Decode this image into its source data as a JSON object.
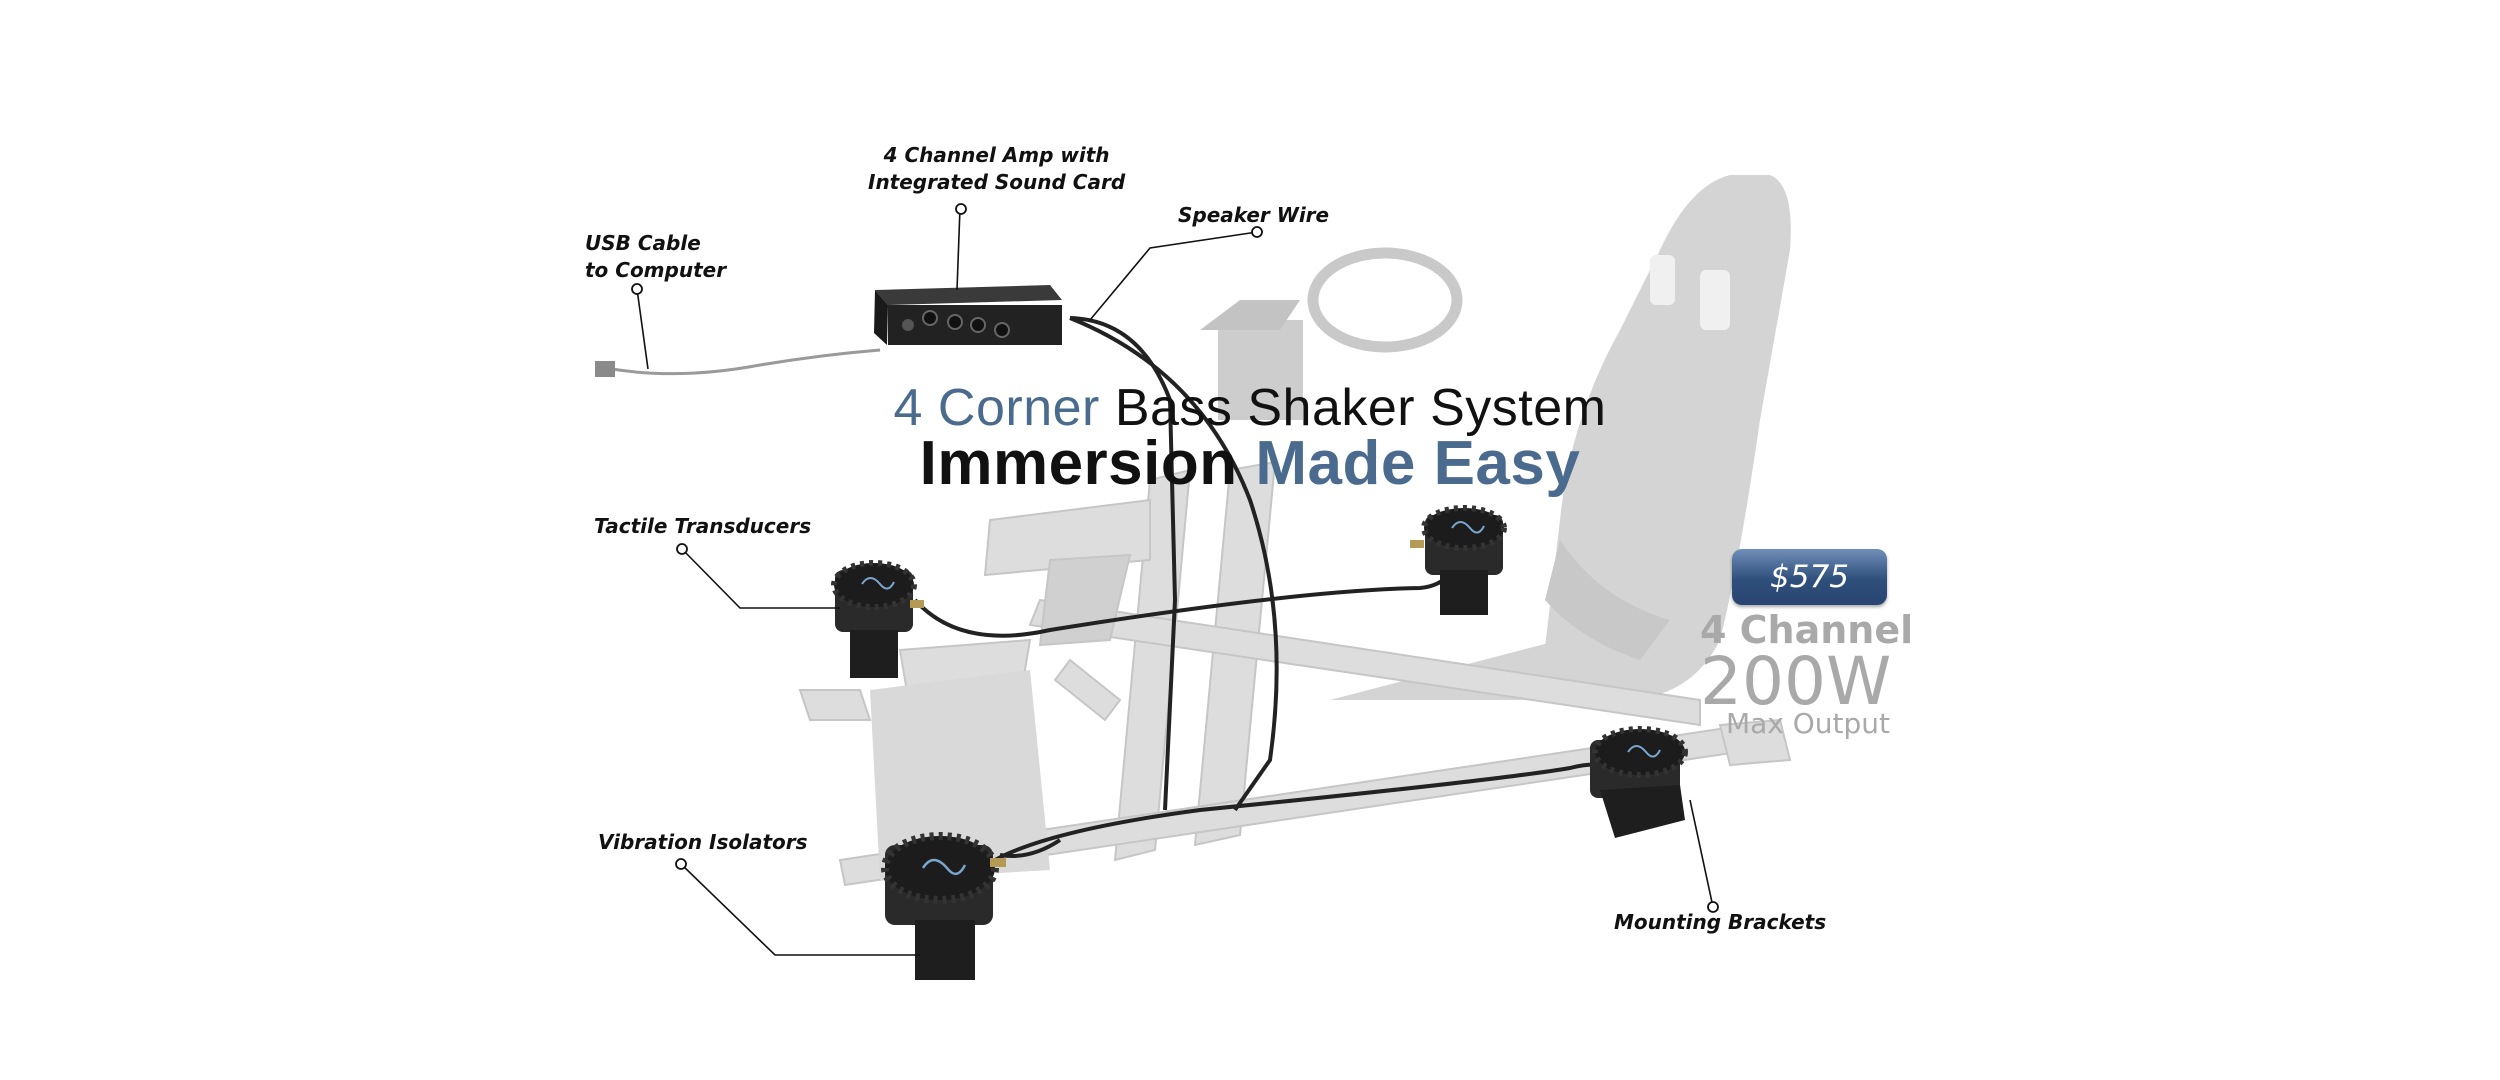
{
  "headline": {
    "line1_accent": "4 Corner",
    "line1_rest": "Bass Shaker System",
    "line2_main": "Immersion",
    "line2_accent": "Made Easy"
  },
  "callouts": {
    "amp_line1": "4 Channel Amp with",
    "amp_line2": "Integrated Sound Card",
    "speaker_wire": "Speaker Wire",
    "usb_line1": "USB Cable",
    "usb_line2": "to Computer",
    "tactile": "Tactile Transducers",
    "vibration": "Vibration Isolators",
    "brackets": "Mounting Brackets"
  },
  "price": "$575",
  "specs": {
    "channels": "4 Channel",
    "wattage": "200W",
    "output": "Max Output"
  },
  "colors": {
    "accent": "#4a6b8e",
    "badge": "#2f4f7c",
    "spec_grey": "#a9a9a9",
    "rig_grey": "#d6d6d6",
    "hardware_dark": "#1e1e1e"
  },
  "icons": [
    "simulator-rig-image",
    "amplifier-icon",
    "transducer-icon"
  ]
}
